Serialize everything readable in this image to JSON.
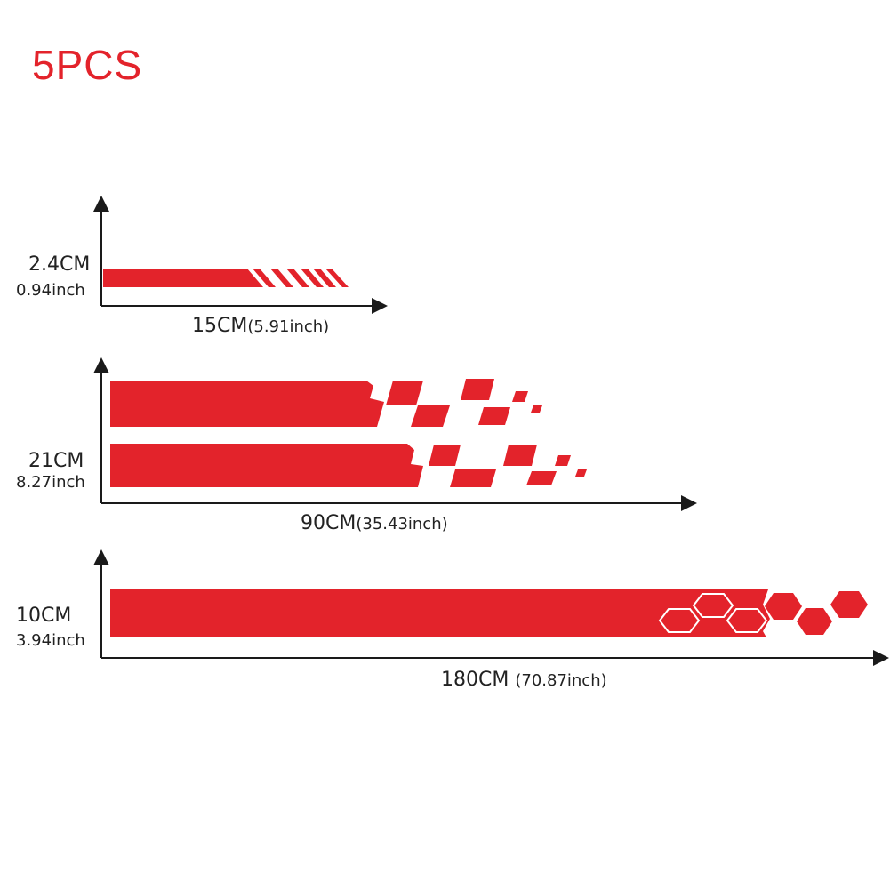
{
  "title": "5PCS",
  "colors": {
    "accent": "#e3232b",
    "axis": "#1a1a1a",
    "text": "#222222"
  },
  "stickers": [
    {
      "height_cm": "2.4CM",
      "height_inch": "0.94inch",
      "length_cm": "15CM",
      "length_inch": "(5.91inch)"
    },
    {
      "height_cm": "21CM",
      "height_inch": "8.27inch",
      "length_cm": "90CM",
      "length_inch": "(35.43inch)"
    },
    {
      "height_cm": "10CM",
      "height_inch": "3.94inch",
      "length_cm": "180CM",
      "length_inch": "(70.87inch)"
    }
  ]
}
